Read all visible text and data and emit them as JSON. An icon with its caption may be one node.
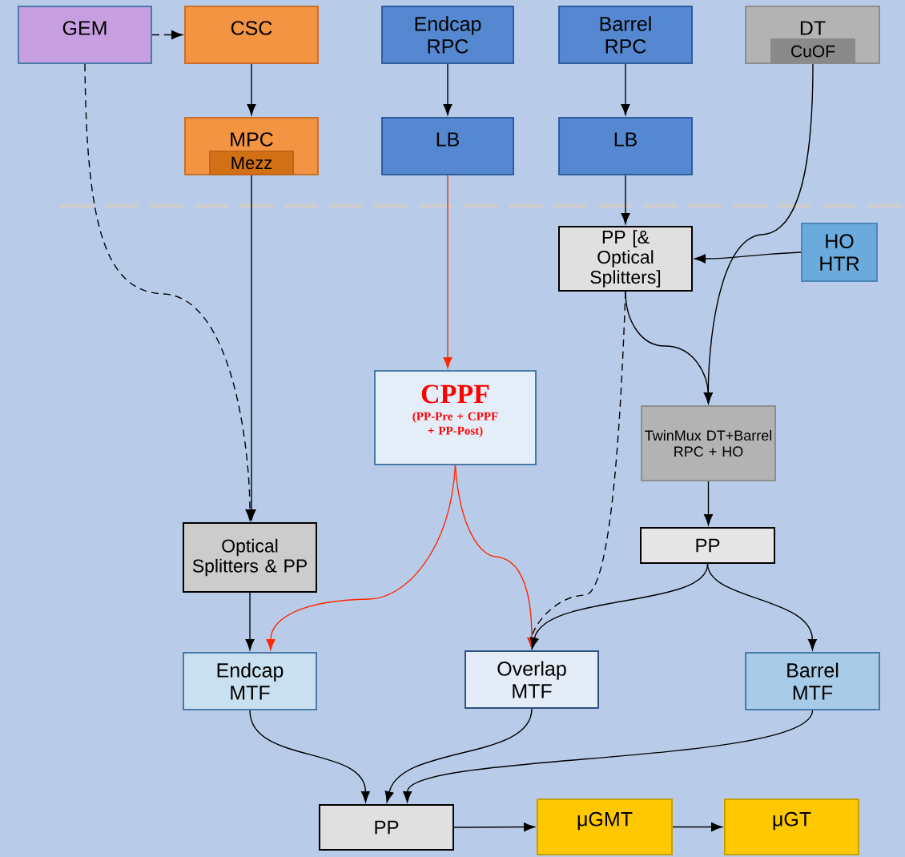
{
  "diagram": {
    "nodes": [
      {
        "text": [
          "GEM"
        ]
      },
      {
        "text": [
          "CSC"
        ]
      },
      {
        "text": [
          "Endcap RPC"
        ]
      },
      {
        "text": [
          "Barrel RPC"
        ]
      },
      {
        "text": [
          "DT"
        ]
      },
      {
        "text": [
          "CuOF"
        ],
        "in": 4
      },
      {
        "text": [
          "MPC"
        ]
      },
      {
        "text": [
          "Mezz"
        ],
        "in": 6
      },
      {
        "text": [
          "LB"
        ]
      },
      {
        "text": [
          "LB"
        ]
      },
      {
        "text": [
          "PP [& Optical Splitters]"
        ]
      },
      {
        "text": [
          "HO HTR"
        ]
      },
      {
        "text": [
          "CPPF",
          "(PP-Pre + CPPF + PP-Post)"
        ]
      },
      {
        "text": [
          "TwinMux DT+Barrel RPC + HO"
        ]
      },
      {
        "text": [
          "Optical Splitters & PP"
        ]
      },
      {
        "text": [
          "PP"
        ]
      },
      {
        "text": [
          "Endcap MTF"
        ]
      },
      {
        "text": [
          "Overlap MTF"
        ]
      },
      {
        "text": [
          "Barrel MTF"
        ]
      },
      {
        "text": [
          "PP"
        ]
      },
      {
        "text": [
          "μGMT"
        ]
      },
      {
        "text": [
          "μGT"
        ]
      }
    ],
    "edges": [
      {
        "from": 0,
        "to": 1,
        "arrow": "to",
        "style": "dashed"
      },
      {
        "from": 1,
        "to": 6,
        "arrow": "to"
      },
      {
        "from": 2,
        "to": 8,
        "arrow": "to"
      },
      {
        "from": 3,
        "to": 9,
        "arrow": "to"
      },
      {
        "from": 0,
        "to": 14,
        "arrow": "to",
        "style": "dashed"
      },
      {
        "from": 6,
        "to": 14,
        "arrow": "to"
      },
      {
        "from": 8,
        "to": 12,
        "arrow": "to",
        "color": "#ff2a00"
      },
      {
        "from": 9,
        "to": 10,
        "arrow": "to"
      },
      {
        "from": 11,
        "to": 10,
        "arrow": "to"
      },
      {
        "from": 5,
        "to": 13,
        "arrow": "to"
      },
      {
        "from": 10,
        "to": 13,
        "arrow": "to"
      },
      {
        "from": 10,
        "to": 17,
        "arrow": "to",
        "style": "dashed"
      },
      {
        "from": 12,
        "to": 16,
        "arrow": "to",
        "color": "#ff2a00"
      },
      {
        "from": 12,
        "to": 17,
        "arrow": "to",
        "color": "#ff2a00"
      },
      {
        "from": 13,
        "to": 15,
        "arrow": "to"
      },
      {
        "from": 15,
        "to": 17,
        "arrow": "to"
      },
      {
        "from": 15,
        "to": 18,
        "arrow": "to"
      },
      {
        "from": 14,
        "to": 16,
        "arrow": "to"
      },
      {
        "from": 16,
        "to": 19,
        "arrow": "to"
      },
      {
        "from": 17,
        "to": 19,
        "arrow": "to"
      },
      {
        "from": 18,
        "to": 19,
        "arrow": "to"
      },
      {
        "from": 19,
        "to": 20,
        "arrow": "to"
      },
      {
        "from": 20,
        "to": 21,
        "arrow": "to"
      }
    ]
  }
}
